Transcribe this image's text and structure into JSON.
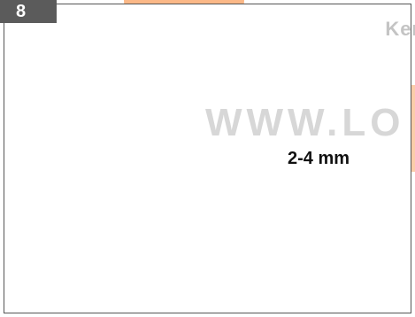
{
  "step": {
    "number": "8"
  },
  "watermark": {
    "top_right_text": "Ker",
    "url_text": "WWW.LO"
  },
  "detail": {
    "measurement_label": "2-4 mm"
  },
  "colors": {
    "watermark_orange": "#f7b27a",
    "badge_gray": "#5b5b5b",
    "line_dark": "#111111"
  }
}
